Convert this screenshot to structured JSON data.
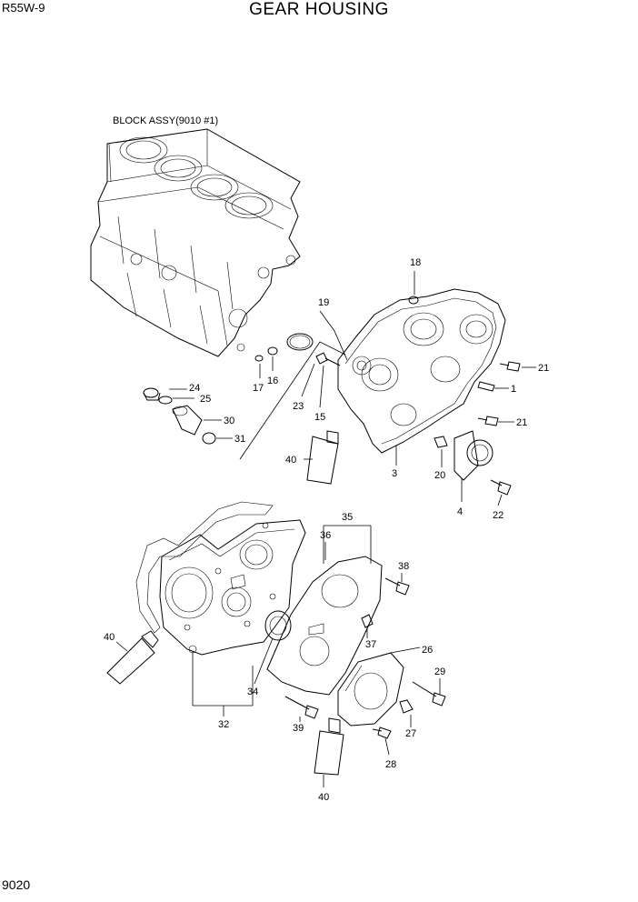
{
  "header": {
    "model": "R55W-9",
    "title": "GEAR HOUSING"
  },
  "page_number": "9020",
  "block_label": "BLOCK ASSY(9010 #1)",
  "callouts": {
    "c18": "18",
    "c19": "19",
    "c21a": "21",
    "c1": "1",
    "c21b": "21",
    "c24": "24",
    "c25": "25",
    "c17": "17",
    "c16": "16",
    "c23": "23",
    "c15": "15",
    "c30": "30",
    "c31": "31",
    "c40a": "40",
    "c3": "3",
    "c20": "20",
    "c4": "4",
    "c22": "22",
    "c35": "35",
    "c36": "36",
    "c38": "38",
    "c40b": "40",
    "c37": "37",
    "c26": "26",
    "c29": "29",
    "c34": "34",
    "c39": "39",
    "c27": "27",
    "c32": "32",
    "c28": "28",
    "c40c": "40"
  }
}
